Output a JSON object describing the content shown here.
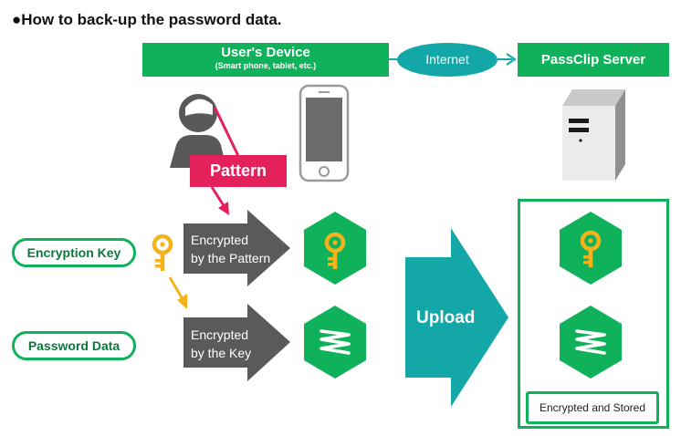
{
  "title": "●How to back-up the password data.",
  "header": {
    "device_title": "User's Device",
    "device_subtitle": "(Smart phone, tablet, etc.)",
    "internet": "Internet",
    "server": "PassClip Server"
  },
  "pattern_label": "Pattern",
  "inputs": {
    "encryption_key": "Encryption Key",
    "password_data": "Password Data"
  },
  "arrows": {
    "by_pattern_1": "Encrypted",
    "by_pattern_2": "by the Pattern",
    "by_key_1": "Encrypted",
    "by_key_2": "by the Key",
    "upload": "Upload"
  },
  "stored_label": "Encrypted and Stored",
  "colors": {
    "green": "#0fb25a",
    "teal": "#14a7a7",
    "pink": "#e4215a",
    "gray": "#5a5a5a",
    "key_yellow": "#f5b21b"
  },
  "icons": [
    "user-icon",
    "smartphone-icon",
    "server-icon",
    "key-icon",
    "spring-data-icon"
  ]
}
